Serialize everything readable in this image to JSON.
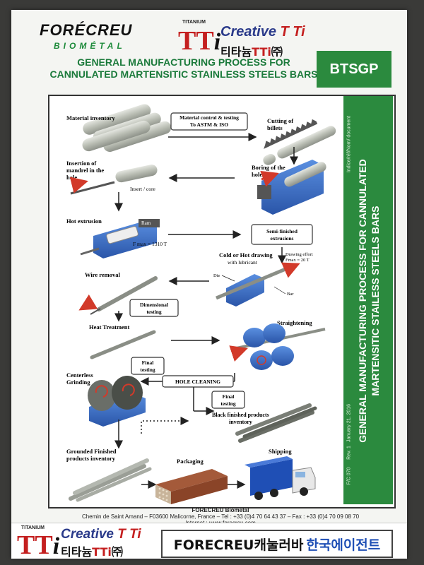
{
  "header": {
    "brand_name": "FORÉCREU",
    "brand_sub": "BIOMÉTAL",
    "tti_small": "TITANIUM",
    "tti_logo_t": "TT",
    "tti_logo_i": "i",
    "creative_text": "Creative ",
    "creative_tti": "T Ti",
    "korean_text": "티타늄",
    "korean_red": "TTi",
    "korean_mark": "㈜",
    "title_line1": "GENERAL MANUFACTURING PROCESS FOR",
    "title_line2": "CANNULATED MARTENSITIC STAINLESS STEELS BARS",
    "badge": "BTSGP"
  },
  "side": {
    "title_line1": "GENERAL MANUFACTURING PROCESS FOR CANNULATED",
    "title_line2": "MARTENSITIC STAILESS STEELS BARS",
    "small_top": "Indice/réf/Nom/ document",
    "small_bottom1": "F/C 070",
    "small_bottom2": "Rev. 1",
    "small_bottom3": "January 21, 2016"
  },
  "diagram": {
    "material_inventory": "Material inventory",
    "material_control_1": "Material control & testing",
    "material_control_2": "To ASTM & ISO",
    "cutting_1": "Cutting of",
    "cutting_2": "billets",
    "insertion_1": "Insertion of",
    "insertion_2": "mandrel in the",
    "insertion_3": "hole",
    "insert_core": "Insert / core",
    "boring_1": "Boring of the",
    "boring_2": "hole",
    "hot_extrusion": "Hot extrusion",
    "ram": "Ram",
    "fmax": "F max = 1310 T",
    "semi_1": "Semi-finished",
    "semi_2": "extrusions",
    "drawing_effort_1": "Drawing effort",
    "drawing_effort_2": "Fmax = 20 T",
    "cold_hot_1": "Cold or Hot drawing",
    "cold_hot_2": "with lubricant",
    "die": "Die",
    "bar": "Bar",
    "wire_removal": "Wire removal",
    "dimensional_1": "Dimensional",
    "dimensional_2": "testing",
    "heat_treatment": "Heat Treatment",
    "straightening": "Straightening",
    "final_testing_1": "Final",
    "final_testing_2": "testing",
    "centerless_1": "Centerless",
    "centerless_2": "Grinding",
    "hole_cleaning": "HOLE CLEANING",
    "final2_1": "Final",
    "final2_2": "testing",
    "black_1": "Black finished products",
    "black_2": "inventory",
    "grounded_1": "Grounded Finished",
    "grounded_2": "products inventory",
    "packaging": "Packaging",
    "shipping": "Shipping"
  },
  "footer": {
    "company": "FORECREU Biometal",
    "address": "Chemin de Saint Amand – F03600   Malicorne, France – Tel : +33 (0)4   70 64 43 37   –   Fax : +33 (0)4 70 09 08 70",
    "internet": "Internet : www.forecreu.com"
  },
  "bottom": {
    "tti_small": "TITANIUM",
    "tti_logo_t": "TT",
    "tti_logo_i": "i",
    "creative_text": "Creative ",
    "creative_tti": "T Ti",
    "korean_text": "티타늄",
    "korean_red": "TTi",
    "korean_mark": "㈜",
    "fc_text": "FORECREU캐눌러바",
    "fc_blue": "한국에이전트"
  },
  "colors": {
    "green": "#2b8a3e",
    "red": "#c41f1f",
    "navy": "#2a3a8a",
    "steel": "#c8ccc4",
    "blue_fixture": "#3a6fc8"
  }
}
